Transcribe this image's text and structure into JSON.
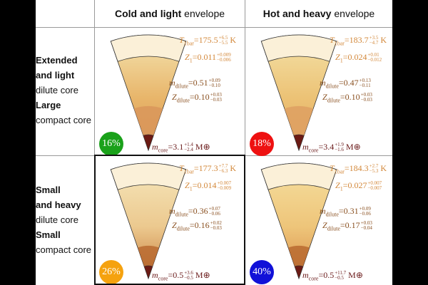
{
  "columns": [
    {
      "bold": "Cold and light",
      "rest": " envelope"
    },
    {
      "bold": "Hot and heavy",
      "rest": " envelope"
    }
  ],
  "rows": [
    {
      "lines": [
        {
          "text": "Extended",
          "bold": true
        },
        {
          "text": "and light",
          "bold": true
        },
        {
          "text": "dilute core",
          "bold": false
        },
        {
          "text": "Large",
          "bold": true
        },
        {
          "text": "compact core",
          "bold": false
        }
      ]
    },
    {
      "lines": [
        {
          "text": "Small",
          "bold": true
        },
        {
          "text": "and heavy",
          "bold": true
        },
        {
          "text": "dilute core",
          "bold": false
        },
        {
          "text": "Small",
          "bold": true
        },
        {
          "text": "compact core",
          "bold": false
        }
      ]
    }
  ],
  "cells": [
    {
      "percent": "16%",
      "badge_color": "#1aa11a",
      "t1bar": {
        "sym": "T",
        "sub": "1bar",
        "val": "=175.5",
        "up": "+6.5",
        "dn": "−5.5",
        "unit": "K"
      },
      "z1": {
        "sym": "Z",
        "sub": "1",
        "val": "=0.011",
        "up": "+0.009",
        "dn": "−0.006"
      },
      "mdil": {
        "sym": "m",
        "sub": "dilute",
        "val": "=0.51",
        "up": "+0.09",
        "dn": "−0.10"
      },
      "zdil": {
        "sym": "Z",
        "sub": "dilute",
        "val": "=0.10",
        "up": "+0.03",
        "dn": "−0.03"
      },
      "mcore": {
        "sym": "m",
        "sub": "core",
        "val": "=3.1",
        "up": "+1.4",
        "dn": "−2.4",
        "unit": "M⊕"
      }
    },
    {
      "percent": "18%",
      "badge_color": "#ee1111",
      "t1bar": {
        "sym": "T",
        "sub": "1bar",
        "val": "=183.7",
        "up": "+3.5",
        "dn": "−4.7",
        "unit": "K"
      },
      "z1": {
        "sym": "Z",
        "sub": "1",
        "val": "=0.024",
        "up": "+0.01",
        "dn": "−0.012"
      },
      "mdil": {
        "sym": "m",
        "sub": "dilute",
        "val": "=0.47",
        "up": "+0.13",
        "dn": "−0.11"
      },
      "zdil": {
        "sym": "Z",
        "sub": "dilute",
        "val": "=0.10",
        "up": "+0.03",
        "dn": "−0.03"
      },
      "mcore": {
        "sym": "m",
        "sub": "core",
        "val": "=3.4",
        "up": "+1.9",
        "dn": "−1.6",
        "unit": "M⊕"
      }
    },
    {
      "percent": "26%",
      "badge_color": "#f5a20f",
      "t1bar": {
        "sym": "T",
        "sub": "1bar",
        "val": "=177.3",
        "up": "+7.7",
        "dn": "−6.3",
        "unit": "K"
      },
      "z1": {
        "sym": "Z",
        "sub": "1",
        "val": "=0.014",
        "up": "+0.007",
        "dn": "−0.009"
      },
      "mdil": {
        "sym": "m",
        "sub": "dilute",
        "val": "=0.36",
        "up": "+0.07",
        "dn": "−0.06"
      },
      "zdil": {
        "sym": "Z",
        "sub": "dilute",
        "val": "=0.16",
        "up": "+0.02",
        "dn": "−0.03"
      },
      "mcore": {
        "sym": "m",
        "sub": "core",
        "val": "=0.5",
        "up": "+3.6",
        "dn": "−0.5",
        "unit": "M⊕"
      }
    },
    {
      "percent": "40%",
      "badge_color": "#1111d8",
      "t1bar": {
        "sym": "T",
        "sub": "1bar",
        "val": "=184.3",
        "up": "+2.7",
        "dn": "−5.3",
        "unit": "K"
      },
      "z1": {
        "sym": "Z",
        "sub": "1",
        "val": "=0.027",
        "up": "+0.007",
        "dn": "−0.007"
      },
      "mdil": {
        "sym": "m",
        "sub": "dilute",
        "val": "=0.31",
        "up": "+0.09",
        "dn": "−0.06"
      },
      "zdil": {
        "sym": "Z",
        "sub": "dilute",
        "val": "=0.17",
        "up": "+0.03",
        "dn": "−0.04"
      },
      "mcore": {
        "sym": "m",
        "sub": "core",
        "val": "=0.5",
        "up": "+11.7",
        "dn": "−0.5",
        "unit": "M⊕"
      }
    }
  ]
}
